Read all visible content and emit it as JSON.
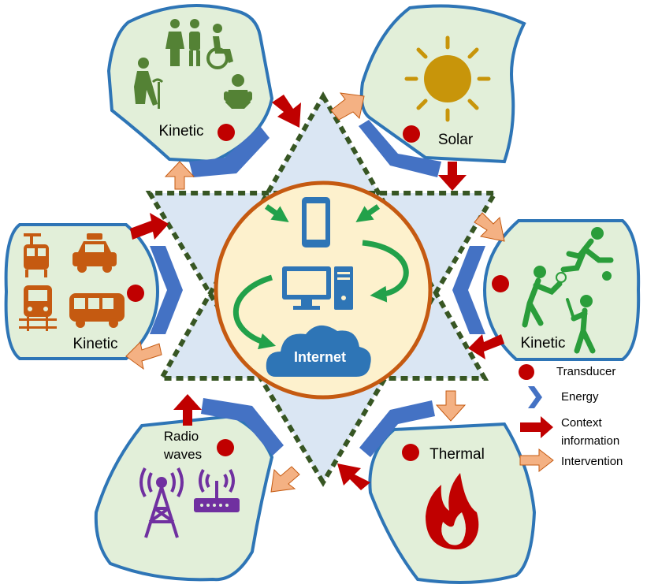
{
  "center": {
    "label": "Internet"
  },
  "nodes": {
    "top_left": {
      "label": "Kinetic"
    },
    "top_right": {
      "label": "Solar"
    },
    "left": {
      "label": "Kinetic"
    },
    "right": {
      "label": "Kinetic"
    },
    "bottom_left": {
      "label_line1": "Radio",
      "label_line2": "waves"
    },
    "bottom_right": {
      "label": "Thermal"
    }
  },
  "legend": {
    "transducer": "Transducer",
    "energy": "Energy",
    "context_line1": "Context",
    "context_line2": "information",
    "intervention": "Intervention"
  },
  "colors": {
    "node_fill": "#e2efd9",
    "node_border": "#2e75b6",
    "star_fill": "#dae6f3",
    "star_border": "#375623",
    "center_fill": "#fdf1cd",
    "center_border": "#c55a11",
    "energy_blue": "#4472c4",
    "context_red": "#c00000",
    "intervention_peach": "#f4b183",
    "transducer_red": "#c00000",
    "green_arrow": "#22a14a",
    "device_blue": "#2e75b6",
    "people_green": "#548235",
    "sports_green": "#2a9d3a",
    "sun_gold": "#c8950a",
    "vehicle_orange": "#c55a11",
    "tower_purple": "#7030a0",
    "flame_red": "#c00000"
  }
}
